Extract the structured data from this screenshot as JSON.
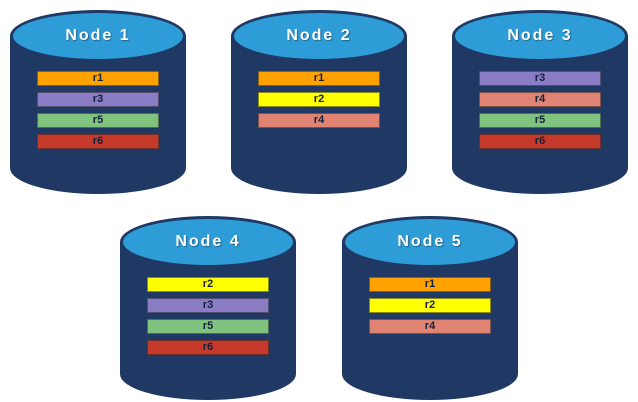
{
  "diagram": {
    "description": "Five database node cylinders showing replicated records",
    "cylinder_body_color": "#1f3864",
    "cylinder_top_color": "#2e9cd6",
    "record_colors": {
      "r1": "#ffa200",
      "r2": "#ffff00",
      "r3": "#8a7cc5",
      "r4": "#e08373",
      "r5": "#7fc37f",
      "r6": "#c63a2b"
    },
    "nodes": [
      {
        "label": "Node 1",
        "row": 0,
        "records": [
          {
            "label": "r1",
            "color": "#ffa200"
          },
          {
            "label": "r3",
            "color": "#8a7cc5"
          },
          {
            "label": "r5",
            "color": "#7fc37f"
          },
          {
            "label": "r6",
            "color": "#c63a2b"
          }
        ]
      },
      {
        "label": "Node 2",
        "row": 0,
        "records": [
          {
            "label": "r1",
            "color": "#ffa200"
          },
          {
            "label": "r2",
            "color": "#ffff00"
          },
          {
            "label": "r4",
            "color": "#e08373"
          }
        ]
      },
      {
        "label": "Node 3",
        "row": 0,
        "records": [
          {
            "label": "r3",
            "color": "#8a7cc5"
          },
          {
            "label": "r4",
            "color": "#e08373"
          },
          {
            "label": "r5",
            "color": "#7fc37f"
          },
          {
            "label": "r6",
            "color": "#c63a2b"
          }
        ]
      },
      {
        "label": "Node 4",
        "row": 1,
        "records": [
          {
            "label": "r2",
            "color": "#ffff00"
          },
          {
            "label": "r3",
            "color": "#8a7cc5"
          },
          {
            "label": "r5",
            "color": "#7fc37f"
          },
          {
            "label": "r6",
            "color": "#c63a2b"
          }
        ]
      },
      {
        "label": "Node 5",
        "row": 1,
        "records": [
          {
            "label": "r1",
            "color": "#ffa200"
          },
          {
            "label": "r2",
            "color": "#ffff00"
          },
          {
            "label": "r4",
            "color": "#e08373"
          }
        ]
      }
    ]
  }
}
